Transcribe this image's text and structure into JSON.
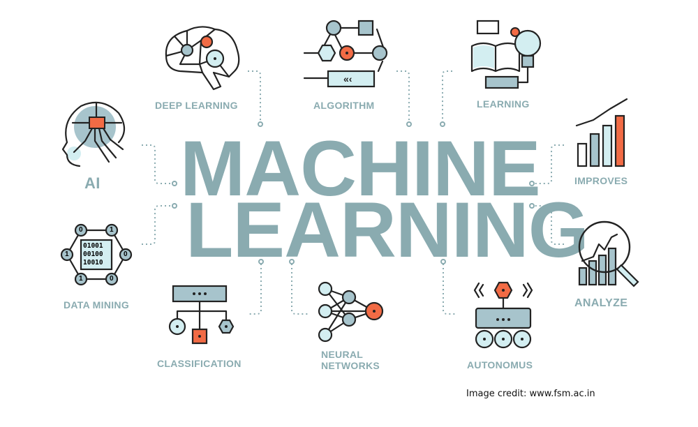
{
  "title": {
    "line1": "MACHINE",
    "line2": "LEARNING"
  },
  "topics": {
    "deep_learning": "DEEP LEARNING",
    "algorithm": "ALGORITHM",
    "learning": "LEARNING",
    "ai": "AI",
    "improves": "IMPROVES",
    "data_mining": "DATA MINING",
    "classification": "CLASSIFICATION",
    "neural_networks_1": "NEURAL",
    "neural_networks_2": "NETWORKS",
    "autonomus": "AUTONOMUS",
    "analyze": "ANALYZE"
  },
  "data_mining_binary": {
    "lines": [
      "01001",
      "00100",
      "10010"
    ],
    "nodes": [
      "0",
      "1",
      "1",
      "0",
      "1",
      "0"
    ]
  },
  "credit": "Image credit: www.fsm.ac.in",
  "colors": {
    "text": "#8aabb0",
    "accent": "#f26b45",
    "light": "#d3eef1",
    "mid": "#a7c4cc",
    "outline": "#222222",
    "connector": "#8aabb0"
  }
}
